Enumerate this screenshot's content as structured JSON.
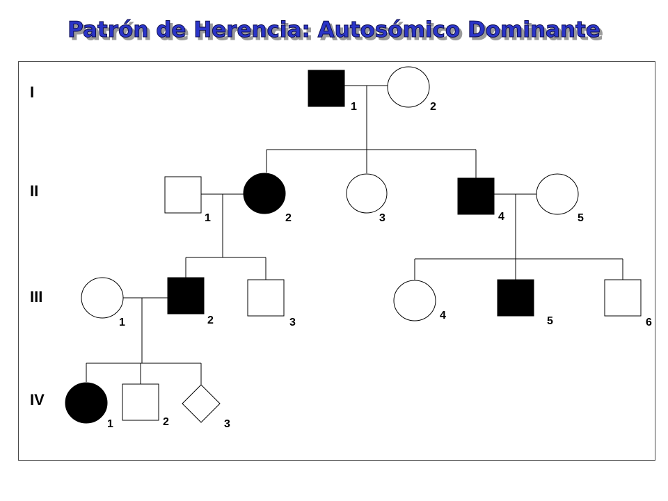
{
  "title": "Patrón de Herencia: Autosómico Dominante",
  "colors": {
    "title_fill": "#2b35c8",
    "title_shadow": "#9a9a9a",
    "affected": "#000000",
    "unaffected": "#ffffff"
  },
  "generations": [
    "I",
    "II",
    "III",
    "IV"
  ],
  "individuals": [
    {
      "id": "I-1",
      "label": "1",
      "shape": "square",
      "affected": true
    },
    {
      "id": "I-2",
      "label": "2",
      "shape": "circle",
      "affected": false
    },
    {
      "id": "II-1",
      "label": "1",
      "shape": "square",
      "affected": false
    },
    {
      "id": "II-2",
      "label": "2",
      "shape": "circle",
      "affected": true
    },
    {
      "id": "II-3",
      "label": "3",
      "shape": "circle",
      "affected": false
    },
    {
      "id": "II-4",
      "label": "4",
      "shape": "square",
      "affected": true
    },
    {
      "id": "II-5",
      "label": "5",
      "shape": "circle",
      "affected": false
    },
    {
      "id": "III-1",
      "label": "1",
      "shape": "circle",
      "affected": false
    },
    {
      "id": "III-2",
      "label": "2",
      "shape": "square",
      "affected": true
    },
    {
      "id": "III-3",
      "label": "3",
      "shape": "square",
      "affected": false
    },
    {
      "id": "III-4",
      "label": "4",
      "shape": "circle",
      "affected": false
    },
    {
      "id": "III-5",
      "label": "5",
      "shape": "square",
      "affected": true
    },
    {
      "id": "III-6",
      "label": "6",
      "shape": "square",
      "affected": false
    },
    {
      "id": "IV-1",
      "label": "1",
      "shape": "circle",
      "affected": true
    },
    {
      "id": "IV-2",
      "label": "2",
      "shape": "square",
      "affected": false
    },
    {
      "id": "IV-3",
      "label": "3",
      "shape": "diamond",
      "affected": false
    }
  ]
}
